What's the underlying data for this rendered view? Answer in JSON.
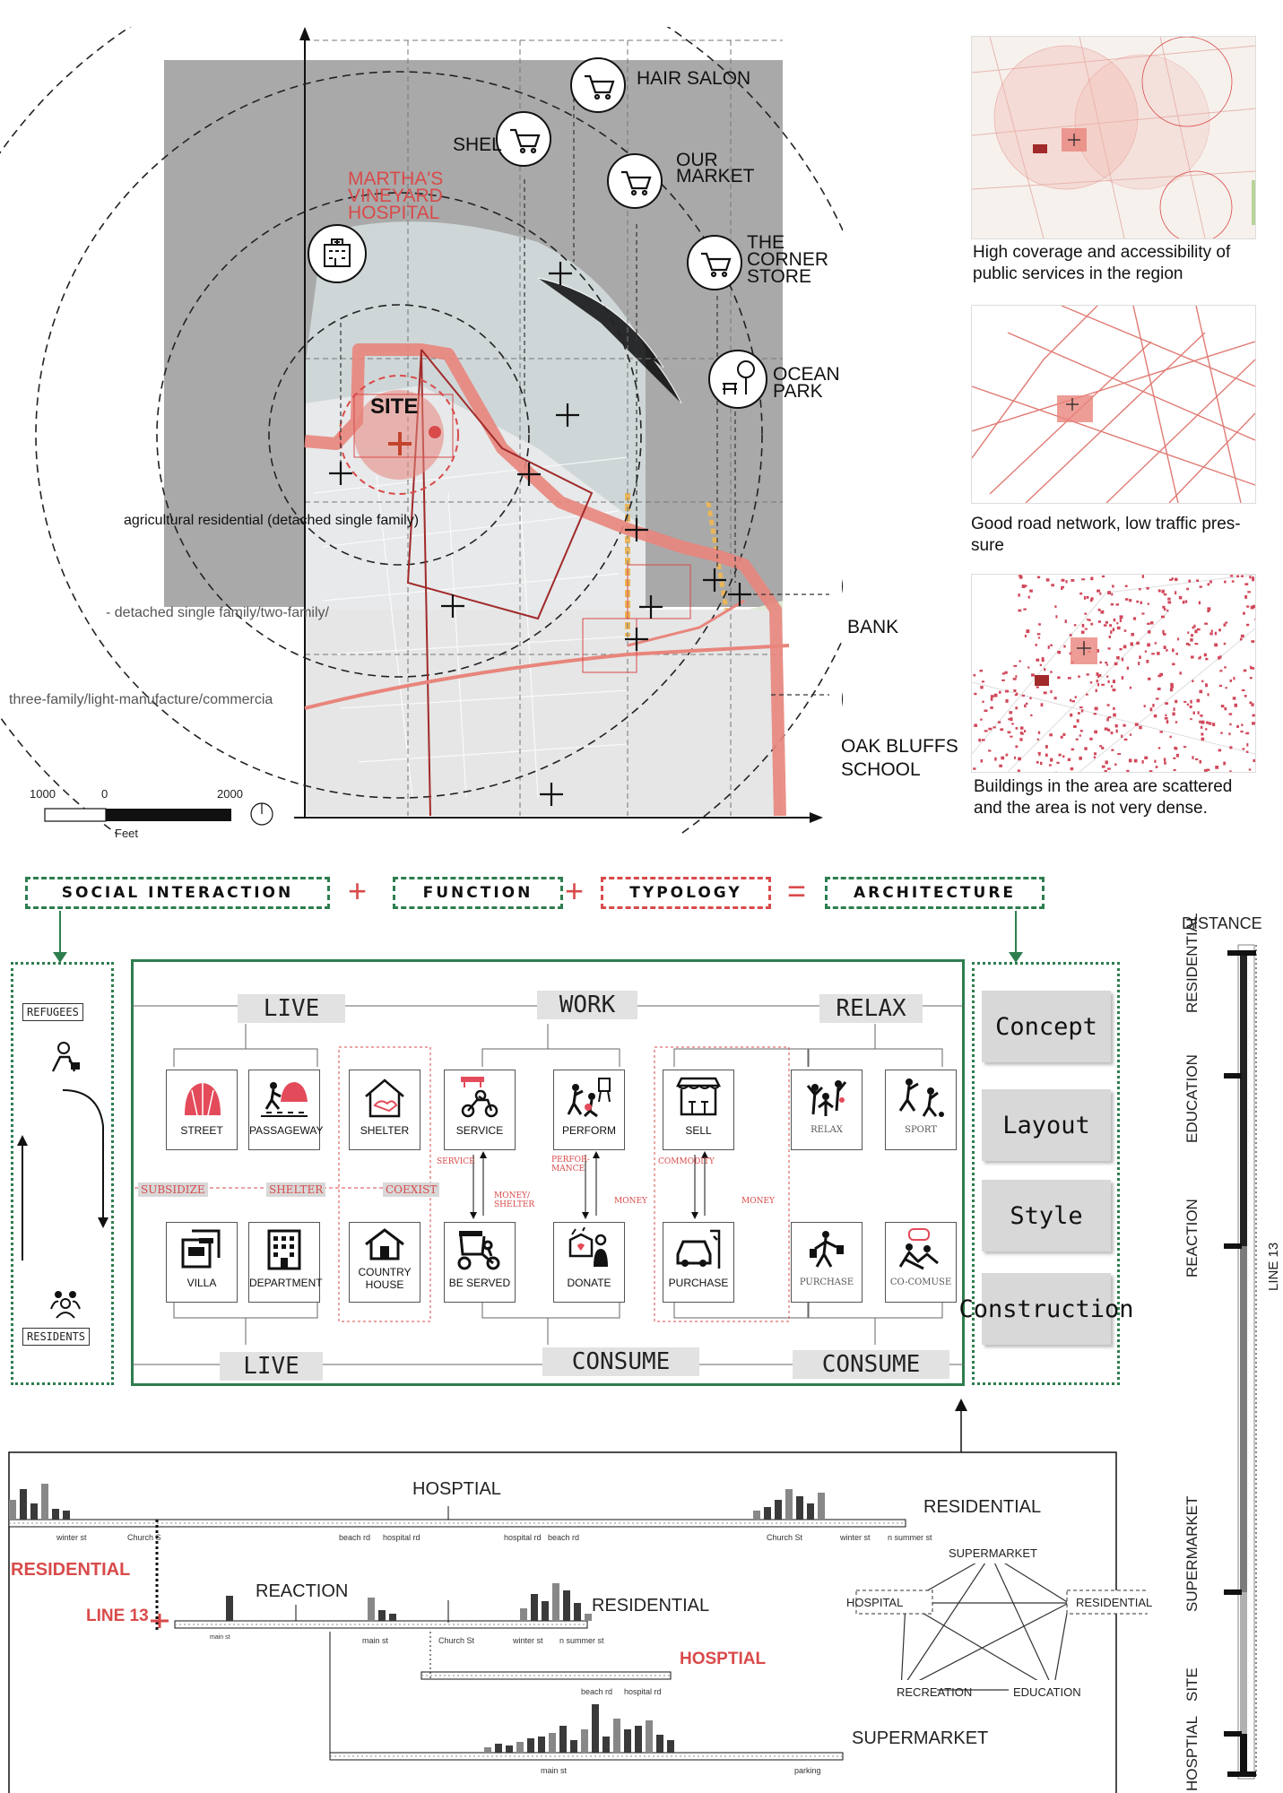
{
  "map": {
    "services": [
      {
        "label": "HAIR SALON"
      },
      {
        "label": "SHEL"
      },
      {
        "label": "OUR\nMARKET"
      },
      {
        "label": "THE\nCORNER\nSTORE"
      },
      {
        "label": "OCEAN\nPARK"
      },
      {
        "label": "BANK"
      },
      {
        "label": "OAK BLUFFS\nSCHOOL"
      }
    ],
    "hospital_label": "MARTHA'S\nVINEYARD\nHOSPITAL",
    "site_label": "SITE",
    "zone_labels": [
      "agricultural residential (detached single family)",
      "- detached single family/two-family/",
      "three-family/light-manufacture/commercia"
    ],
    "scale": {
      "ticks": [
        "1000",
        "0",
        "2000"
      ],
      "unit": "Feet"
    }
  },
  "analysis": [
    {
      "caption": "High coverage and accessibility of public services in the region"
    },
    {
      "caption": "Good road network, low traffic pres-\nsure"
    },
    {
      "caption": "Buildings in the area are scattered and the area is not very dense."
    }
  ],
  "equation": {
    "terms": [
      "SOCIAL INTERACTION",
      "FUNCTION",
      "TYPOLOGY",
      "ARCHITECTURE"
    ],
    "ops": [
      "+",
      "+",
      "="
    ]
  },
  "social": {
    "top": "REFUGEES",
    "bottom": "RESIDENTS"
  },
  "matrix": {
    "top_headers": [
      "LIVE",
      "WORK",
      "RELAX"
    ],
    "bottom_headers": [
      "LIVE",
      "CONSUME",
      "CONSUME"
    ],
    "top_items": [
      "STREET",
      "PASSAGEWAY",
      "SHELTER",
      "SERVICE",
      "PERFORM",
      "SELL",
      "RELAX",
      "SPORT"
    ],
    "bottom_items": [
      "VILLA",
      "DEPARTMENT",
      "COUNTRY\nHOUSE",
      "BE SERVED",
      "DONATE",
      "PURCHASE",
      "PURCHASE",
      "CO-COMUSE"
    ],
    "live_band": [
      "SUBSIDIZE",
      "SHELTER",
      "COEXIST"
    ],
    "flow_labels": [
      "SERVICE",
      "MONEY/\nSHELTER",
      "PERFOR-\nMANCE",
      "MONEY",
      "COMMODITY",
      "MONEY"
    ]
  },
  "architecture": [
    "Concept",
    "Layout",
    "Style",
    "Construction"
  ],
  "distance_bar": {
    "title": "DISTANCE",
    "segments": [
      "RESIDENTIAL",
      "EDUCATION",
      "REACTION",
      "SUPERMARKET",
      "SITE",
      "HOSPTIAL"
    ],
    "line_label": "LINE 13"
  },
  "routes": {
    "row1": {
      "left": "RESIDENTIAL",
      "mid": "HOSPTIAL",
      "right": "RESIDENTIAL",
      "streets": [
        "winter st",
        "Church S",
        "beach rd",
        "hospital rd",
        "hospital rd",
        "beach rd",
        "Church St",
        "winter st",
        "n summer st"
      ]
    },
    "row2": {
      "line": "LINE 13",
      "left": "REACTION",
      "right": "RESIDENTIAL",
      "streets": [
        "main st",
        "main st",
        "Church St",
        "winter st",
        "n summer st"
      ]
    },
    "row3": {
      "label": "HOSPTIAL",
      "streets": [
        "beach rd",
        "hospital rd"
      ]
    },
    "row4": {
      "label": "SUPERMARKET",
      "streets": [
        "main st",
        "parking"
      ]
    }
  },
  "network": {
    "nodes": [
      "SUPERMARKET",
      "HOSPITAL",
      "RESIDENTIAL",
      "RECREATION",
      "EDUCATION"
    ]
  },
  "colors": {
    "accent_red": "#d94a4a",
    "accent_green": "#2e7d4f",
    "road_red": "#e8857c"
  }
}
